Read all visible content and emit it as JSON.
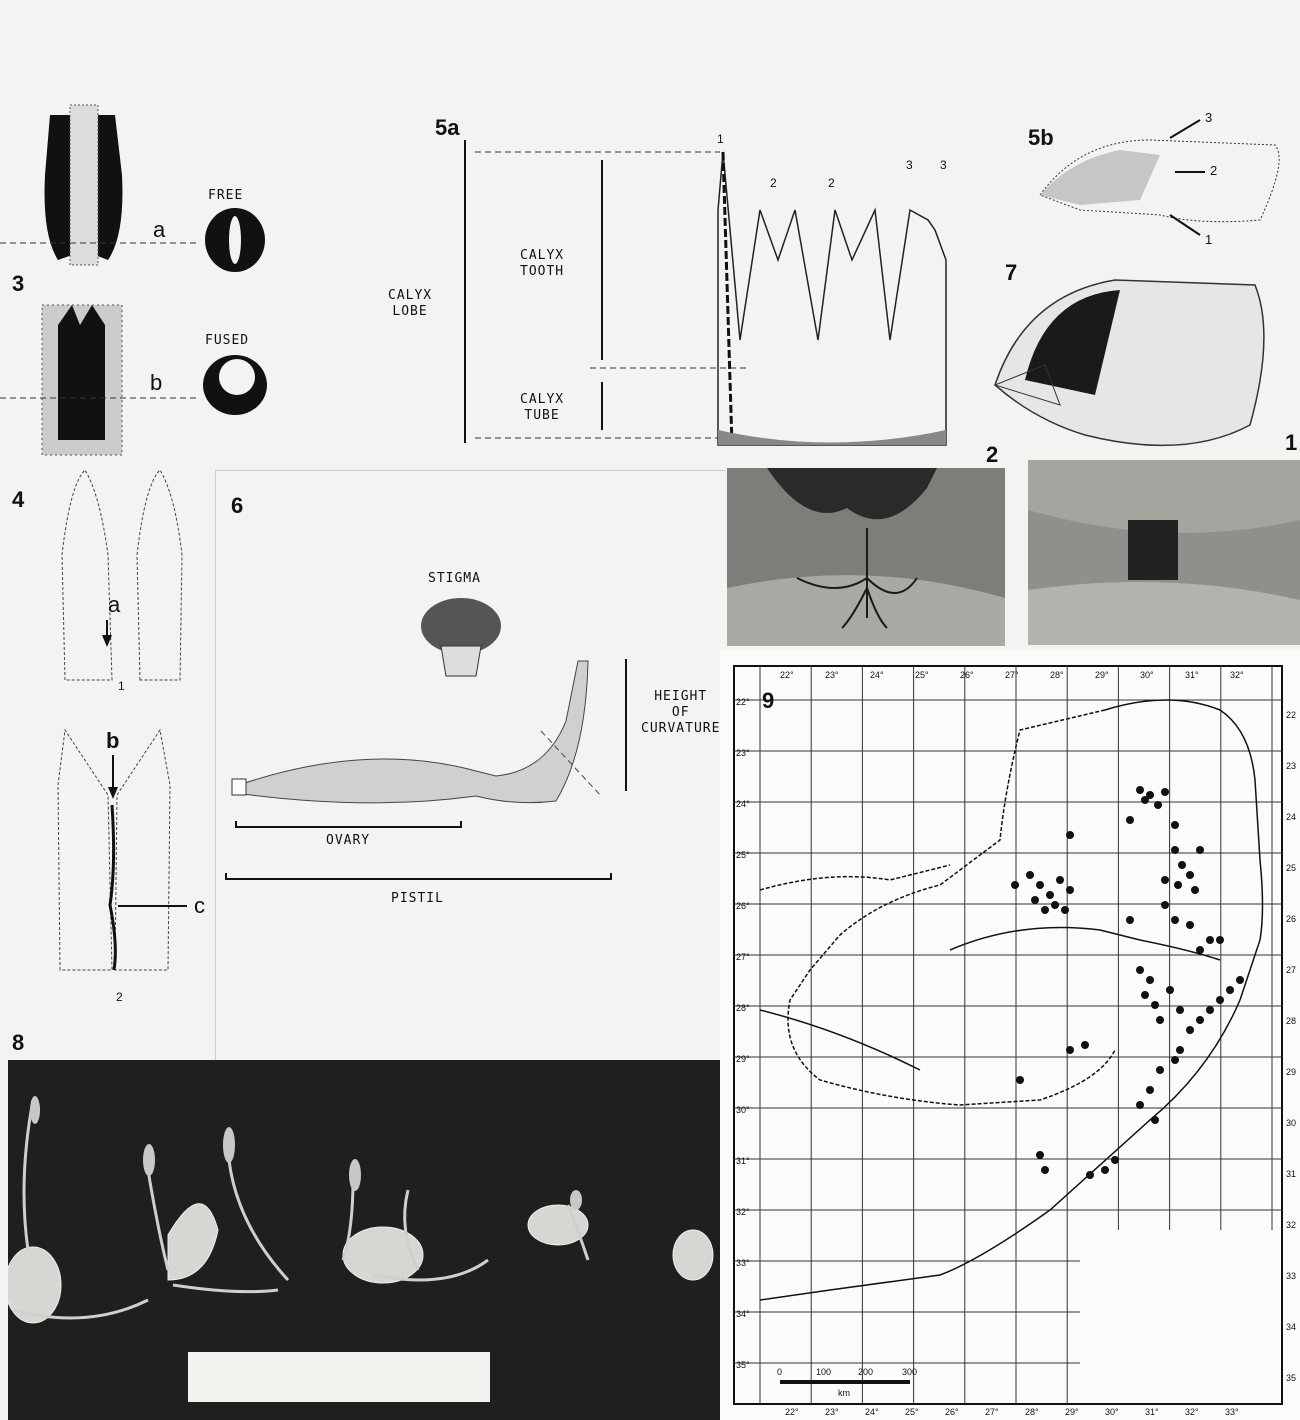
{
  "figure_labels": {
    "fig1": "1",
    "fig2": "2",
    "fig3": "3",
    "fig4": "4",
    "fig5a": "5a",
    "fig5b": "5b",
    "fig6": "6",
    "fig7": "7",
    "fig8": "8",
    "fig9": "9"
  },
  "fig3": {
    "a": "a",
    "b": "b",
    "free": "FREE",
    "fused": "FUSED"
  },
  "fig4": {
    "a": "a",
    "b": "b",
    "c": "c",
    "one": "1",
    "two": "2"
  },
  "fig5a": {
    "calyx_lobe": "CALYX\nLOBE",
    "calyx_tooth": "CALYX\nTOOTH",
    "calyx_tube": "CALYX\nTUBE",
    "tooth_numbers": [
      "1",
      "2",
      "2",
      "3",
      "3"
    ]
  },
  "fig5b": {
    "arrows": [
      "3",
      "2",
      "1"
    ]
  },
  "fig6": {
    "stigma": "STIGMA",
    "height": "HEIGHT\nOF\nCURVATURE",
    "ovary": "OVARY",
    "pistil": "PISTIL"
  },
  "map": {
    "top_longitudes": [
      "22°",
      "23°",
      "24°",
      "25°",
      "26°",
      "27°",
      "28°",
      "29°",
      "30°",
      "31°",
      "32°"
    ],
    "bottom_longitudes": [
      "22°",
      "23°",
      "24°",
      "25°",
      "26°",
      "27°",
      "28°",
      "29°",
      "30°",
      "31°",
      "32°",
      "33°"
    ],
    "left_latitudes": [
      "22°",
      "23°",
      "24°",
      "25°",
      "26°",
      "27°",
      "28°",
      "29°",
      "30°",
      "31°",
      "32°",
      "33°",
      "34°",
      "35°"
    ],
    "right_latitudes": [
      "22",
      "23",
      "24",
      "25",
      "26",
      "27",
      "28",
      "29",
      "30",
      "31",
      "32",
      "33",
      "34",
      "35"
    ],
    "scale_ticks": [
      "0",
      "100",
      "200",
      "300"
    ],
    "scale_unit": "km"
  }
}
